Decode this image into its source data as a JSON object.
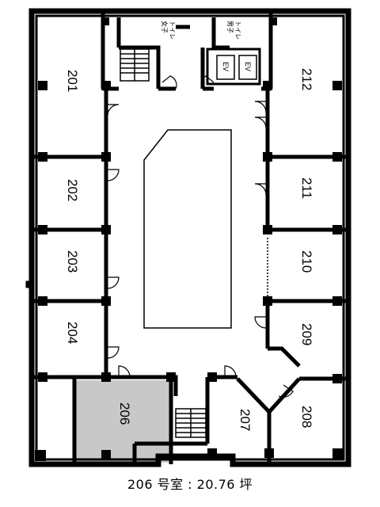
{
  "caption": "206 号室 : 20.76 坪",
  "rooms": {
    "r201": "201",
    "r202": "202",
    "r203": "203",
    "r204": "204",
    "r206": "206",
    "r207": "207",
    "r208": "208",
    "r209": "209",
    "r210": "210",
    "r211": "211",
    "r212": "212"
  },
  "toilets": {
    "female": "女子\nトイレ",
    "male": "男子\nトイレ"
  },
  "elevators": [
    "EV",
    "EV"
  ],
  "colors": {
    "wall": "#000000",
    "highlight": "#c8c8c8",
    "background": "#ffffff"
  }
}
